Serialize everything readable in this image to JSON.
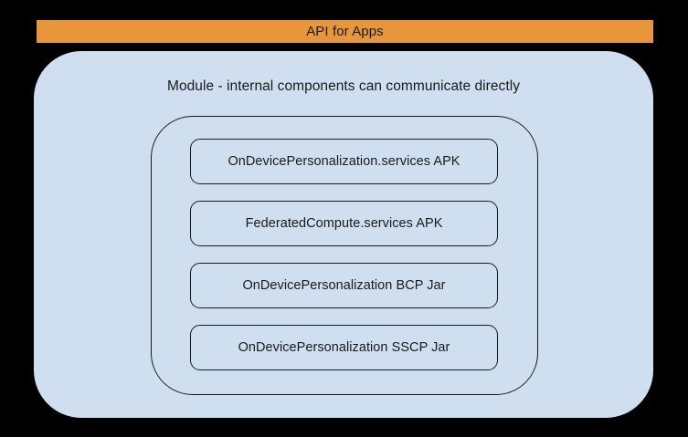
{
  "diagram": {
    "title": "API for Apps",
    "module_caption": "Module - internal components can communicate directly",
    "colors": {
      "background": "#000000",
      "banner": "#e8963c",
      "panel": "#cfdff0",
      "stroke": "#1a1a1a",
      "text": "#1a1a1a"
    },
    "components": [
      {
        "label": "OnDevicePersonalization.services APK"
      },
      {
        "label": "FederatedCompute.services APK"
      },
      {
        "label": "OnDevicePersonalization BCP Jar"
      },
      {
        "label": "OnDevicePersonalization SSCP Jar"
      }
    ]
  }
}
